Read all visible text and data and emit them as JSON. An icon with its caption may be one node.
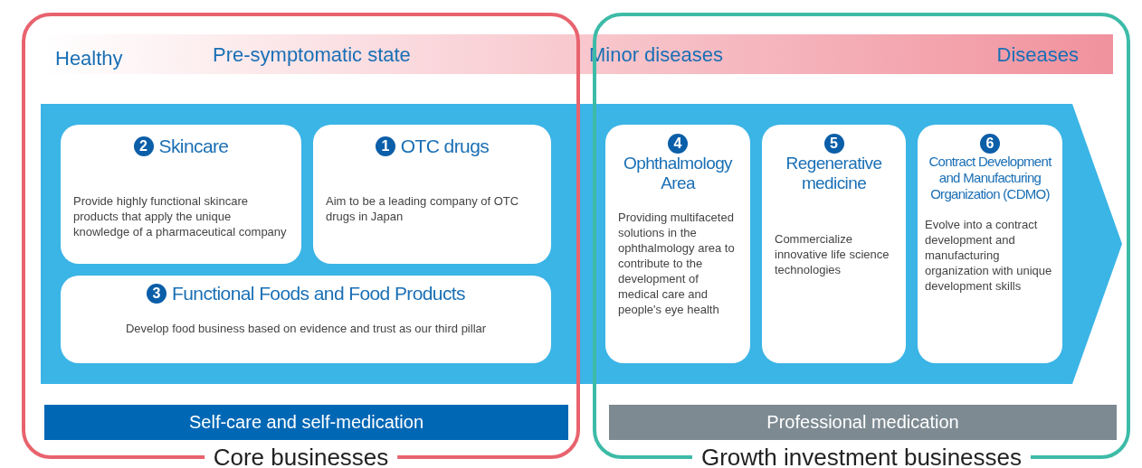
{
  "diagram": {
    "nodes": [
      {
        "text": [
          "Core businesses"
        ]
      },
      {
        "text": [
          "Growth investment businesses"
        ]
      },
      {
        "text": [
          "Healthy",
          "Pre-symptomatic state",
          "Minor diseases",
          "Diseases"
        ]
      },
      {
        "text": [],
        "shape": "arrow"
      },
      {
        "text": [
          "2",
          "Skincare",
          "Provide highly functional skincare products that apply the unique knowledge of a pharmaceutical company"
        ]
      },
      {
        "text": [
          "1",
          "OTC drugs",
          "Aim to be a leading company of OTC drugs in Japan"
        ]
      },
      {
        "text": [
          "3",
          "Functional Foods and Food Products",
          "Develop food business based on evidence and trust as our third pillar"
        ]
      },
      {
        "text": [
          "4",
          "Ophthalmology Area",
          "Providing multifaceted solutions in the ophthalmology area to contribute to the development of medical care and people's eye health"
        ]
      },
      {
        "text": [
          "5",
          "Regenerative medicine",
          "Commercialize innovative life science technologies"
        ]
      },
      {
        "text": [
          "6",
          "Contract Development and Manufacturing Organization (CDMO)",
          "Evolve into a contract development and manufacturing organization with unique development skills"
        ]
      },
      {
        "text": [
          "Self-care and self-medication"
        ],
        "in": 0
      },
      {
        "text": [
          "Professional medication"
        ],
        "in": 1
      }
    ],
    "edges": []
  }
}
